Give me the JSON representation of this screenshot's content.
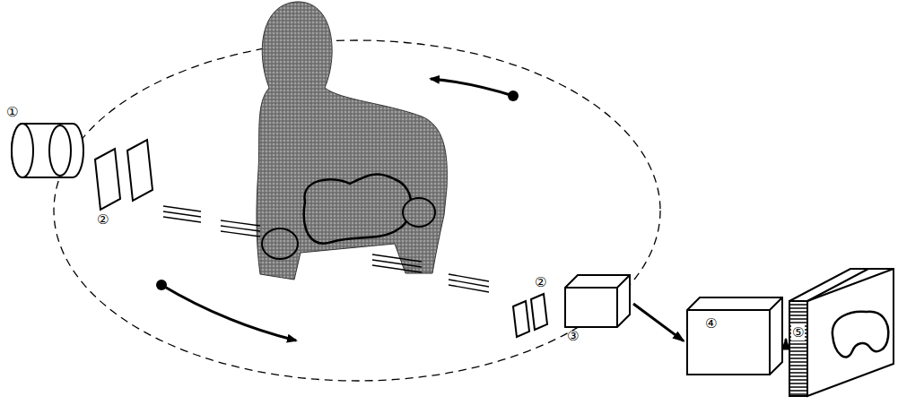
{
  "diagram": {
    "nodes": [
      {
        "text": [
          "①"
        ]
      },
      {
        "text": [
          "③"
        ]
      },
      {
        "text": [
          "④"
        ]
      },
      {
        "text": [
          "⑤"
        ]
      }
    ],
    "edges": [
      {
        "from": 1,
        "to": 2,
        "arrow": "to"
      },
      {
        "from": 2,
        "to": 3,
        "arrow": "to"
      }
    ],
    "labels": [
      "②",
      "②"
    ]
  }
}
